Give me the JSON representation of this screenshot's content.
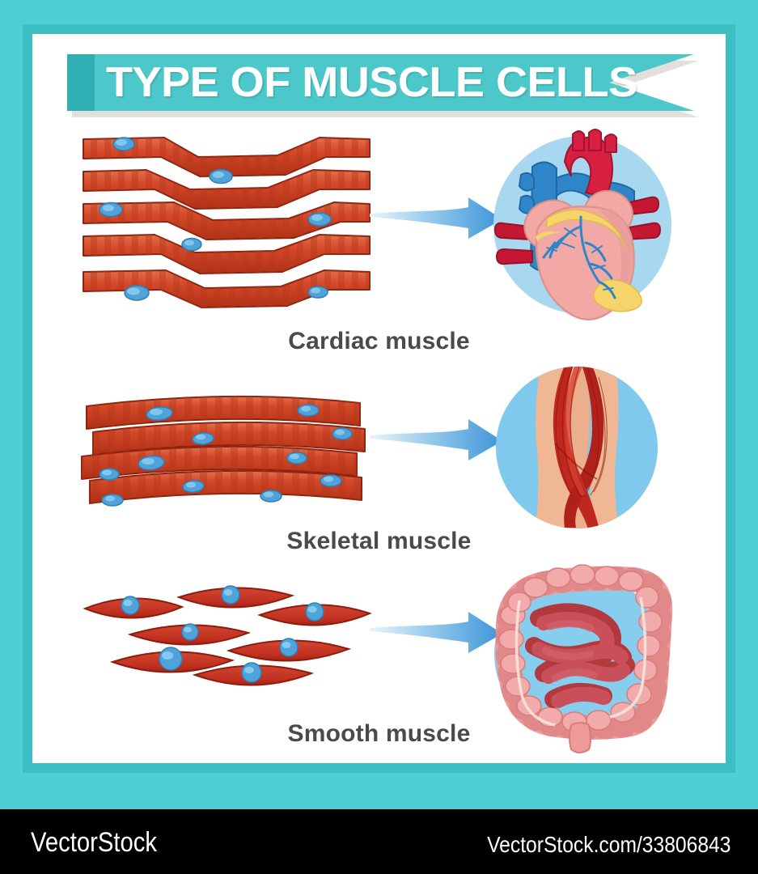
{
  "frame": {
    "outer_color": "#4DCFD3",
    "inner_color": "#3BBEC4",
    "panel_color": "#FFFFFF"
  },
  "banner": {
    "title": "TYPE OF MUSCLE CELLS",
    "fill_color": "#4CC8CB",
    "tab_color": "#2FAFB4",
    "shadow_color": "#E2E0DC",
    "text_color": "#FFFFFF"
  },
  "palette": {
    "muscle_red": "#D4492A",
    "muscle_red_dark": "#B63518",
    "muscle_red_light": "#E0603C",
    "striation_dark": "#BB3A1C",
    "nucleus_blue": "#4FA3D8",
    "nucleus_highlight": "#8FD0F0",
    "arrow_blue": "#3D95D8",
    "arrow_blue_pale": "#E8F4FC",
    "circle_blue_heart": "#A8D8F0",
    "circle_blue_leg": "#7FC9EC",
    "circle_blue_gut": "#86CDEE",
    "caption_gray": "#4A4A4A"
  },
  "sections": [
    {
      "id": "cardiac",
      "caption": "Cardiac muscle",
      "cell_type": "branched striated fibers with single central nuclei",
      "organ": "heart",
      "organ_colors": {
        "myocardium": "#F2A9A6",
        "myocardium_shade": "#E08F8C",
        "artery_red": "#D61F41",
        "artery_dark": "#A3152F",
        "vein_blue": "#2E86C8",
        "vein_dark": "#1D6AA5",
        "fat_yellow": "#F7D469",
        "coronary_teal": "#2E86C8"
      },
      "nuclei_count": 6,
      "fiber_count": 5
    },
    {
      "id": "skeletal",
      "caption": "Skeletal muscle",
      "cell_type": "long parallel striated multinucleated fibers",
      "organ": "leg muscle",
      "organ_colors": {
        "skin": "#F0B794",
        "skin_shade": "#DFA07C",
        "muscle": "#C0281F",
        "muscle_dark": "#95180F",
        "muscle_light": "#D6402F"
      },
      "nuclei_count": 10,
      "fiber_count": 4
    },
    {
      "id": "smooth",
      "caption": "Smooth muscle",
      "cell_type": "spindle-shaped non-striated cells with one central nucleus",
      "organ": "intestines",
      "organ_colors": {
        "colon_pink": "#EC9A9A",
        "colon_shade": "#D97C7C",
        "intestine_dark": "#B23A3F",
        "intestine_mid": "#C9505A",
        "band_white": "#F6E3DC"
      },
      "nuclei_count": 7,
      "cell_count": 7
    }
  ],
  "arrows": {
    "count": 3,
    "direction": "left-to-right",
    "style": "curved tapered arrow"
  },
  "footer": {
    "brand": "VectorStock",
    "url": "VectorStock.com/33806843",
    "background": "#000000",
    "text_color": "#FFFFFF"
  }
}
